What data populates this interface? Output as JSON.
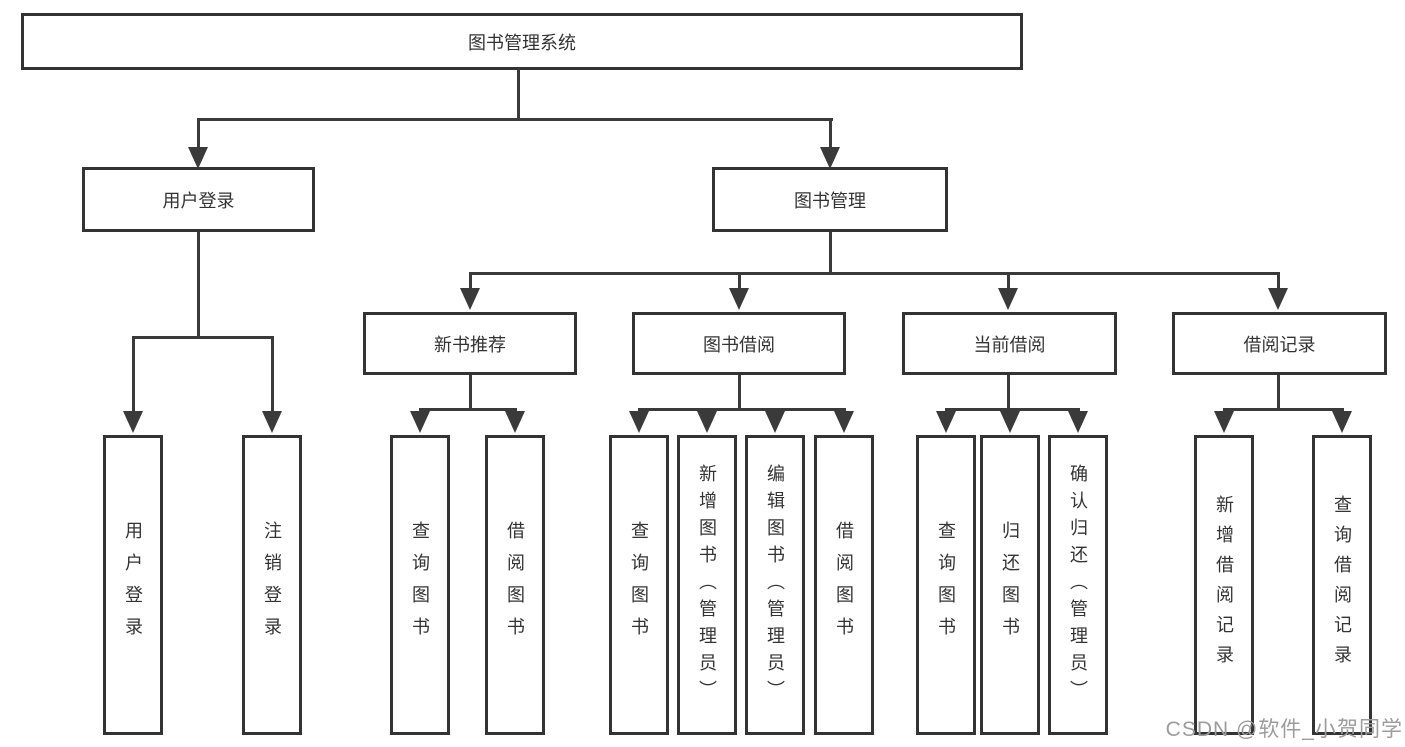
{
  "nodes": {
    "root": "图书管理系统",
    "user_login": "用户登录",
    "book_management": "图书管理",
    "new_book_recommend": "新书推荐",
    "book_borrowing": "图书借阅",
    "current_borrowing": "当前借阅",
    "borrowing_records": "借阅记录",
    "ul_user_login": "用户登录",
    "ul_logout": "注销登录",
    "nb_query_book": "查询图书",
    "nb_borrow_book": "借阅图书",
    "bb_query_book": "查询图书",
    "bb_add_book": "新增图书（管理员）",
    "bb_edit_book": "编辑图书（管理员）",
    "bb_borrow_book": "借阅图书",
    "cb_query_book": "查询图书",
    "cb_return_book": "归还图书",
    "cb_confirm_return": "确认归还（管理员）",
    "br_add_record": "新增借阅记录",
    "br_query_record": "查询借阅记录"
  },
  "watermark": "CSDN @软件_小贺同学",
  "colors": {
    "line": "#3a3a3a",
    "border": "#333333",
    "text": "#333333",
    "watermark": "#9c9c9c",
    "background": "#ffffff"
  }
}
